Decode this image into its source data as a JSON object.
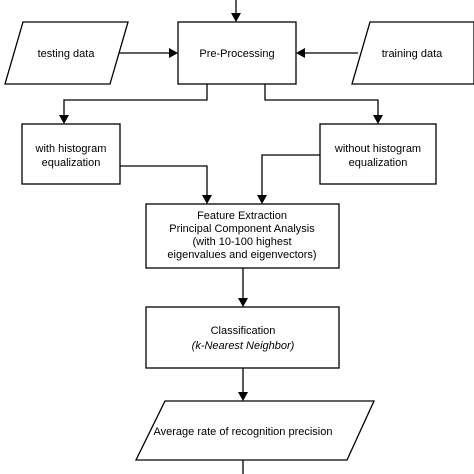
{
  "nodes": {
    "testing": {
      "text": "testing data"
    },
    "preprocessing": {
      "text": "Pre-Processing"
    },
    "training": {
      "text": "training data"
    },
    "with_he": {
      "line1": "with histogram",
      "line2": "equalization"
    },
    "without_he": {
      "line1": "without histogram",
      "line2": "equalization"
    },
    "feature": {
      "line1": "Feature Extraction",
      "line2": "Principal Component Analysis",
      "line3": "(with 10-100 highest",
      "line4": "eigenvalues and eigenvectors)"
    },
    "classification": {
      "line1": "Classification",
      "line2_open": "(",
      "line2_k": "k",
      "line2_rest": "-Nearest Neighbor)"
    },
    "output": {
      "text": "Average rate of recognition precision"
    }
  },
  "colors": {
    "stroke": "#000000",
    "fill": "#ffffff"
  }
}
